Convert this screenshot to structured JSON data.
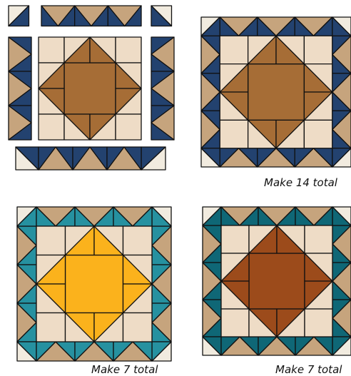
{
  "captions": {
    "block_navy": "Make 14 total",
    "block_teal_gold": "Make 7 total",
    "block_teal_rust": "Make 7 total"
  },
  "palette": {
    "navy": "#23426f",
    "tan": "#c6a47d",
    "cream": "#f1ebdf",
    "light": "#eedcc6",
    "star_brown": "#a66d36",
    "teal": "#2691a0",
    "gold": "#fbb21c",
    "dark_teal": "#0f6776",
    "rust": "#9c4b1b",
    "outline": "#111111"
  },
  "diagrams": {
    "exploded_block": {
      "name": "exploded-block-navy",
      "outer": "navy",
      "middle": "tan",
      "corner": "cream",
      "center_bg": "light",
      "star": "star_brown"
    },
    "block_navy": {
      "name": "block-navy-brown",
      "outer": "navy",
      "middle": "tan",
      "corner": "cream",
      "center_bg": "light",
      "star": "star_brown"
    },
    "block_teal_gold": {
      "name": "block-teal-gold",
      "outer": "teal",
      "middle": "tan",
      "corner": "cream",
      "center_bg": "light",
      "star": "gold"
    },
    "block_teal_rust": {
      "name": "block-darkteal-rust",
      "outer": "dark_teal",
      "middle": "tan",
      "corner": "cream",
      "center_bg": "light",
      "star": "rust"
    }
  }
}
